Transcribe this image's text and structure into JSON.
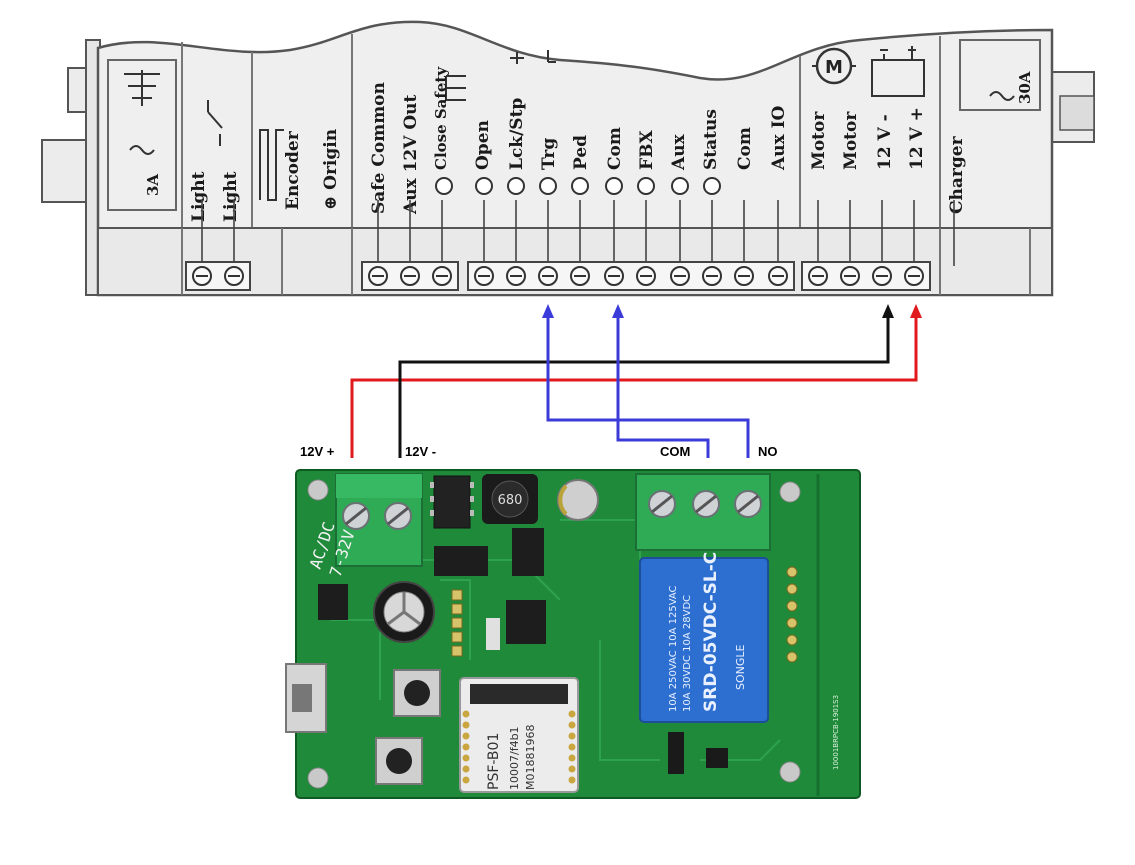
{
  "controller": {
    "terminal_labels": {
      "rating_3a": "3A",
      "light1": "Light",
      "light2": "Light",
      "encoder": "Encoder",
      "origin": "⊕ Origin",
      "safe_common": "Safe Common",
      "aux_12v_out": "Aux 12V Out",
      "close_safety": "Close Safety",
      "open": "Open",
      "lck_stp": "Lck/Stp",
      "trg": "Trg",
      "ped": "Ped",
      "com1": "Com",
      "fbx": "FBX",
      "aux": "Aux",
      "status": "Status",
      "com2": "Com",
      "aux_io": "Aux IO",
      "motor1": "Motor",
      "motor2": "Motor",
      "v12_minus": "12 V -",
      "v12_plus": "12 V +",
      "charger": "Charger",
      "rating_30a": "30A",
      "motor_symbol": "M"
    }
  },
  "wires": {
    "v12_plus_label": "12V +",
    "v12_minus_label": "12V -",
    "com_label": "COM",
    "no_label": "NO",
    "colors": {
      "red": "#e0191c",
      "black": "#111111",
      "blue": "#3b3bd9"
    }
  },
  "relay_board": {
    "board_color": "#1f8a3a",
    "relay_color": "#2d6fd0",
    "silk_acdc": "AC/DC",
    "silk_voltage": "7-32V",
    "relay_lines": [
      "SRD-05VDC-SL-C",
      "10A 250VAC  10A 125VAC",
      "10A 30VDC   10A 28VDC",
      "SONGLE"
    ],
    "inductor_label": "680",
    "module_lines": [
      "PSF-B01",
      "10007/f4b1",
      "M01881968"
    ],
    "side_code": "10001BRPCB-1901S3"
  }
}
